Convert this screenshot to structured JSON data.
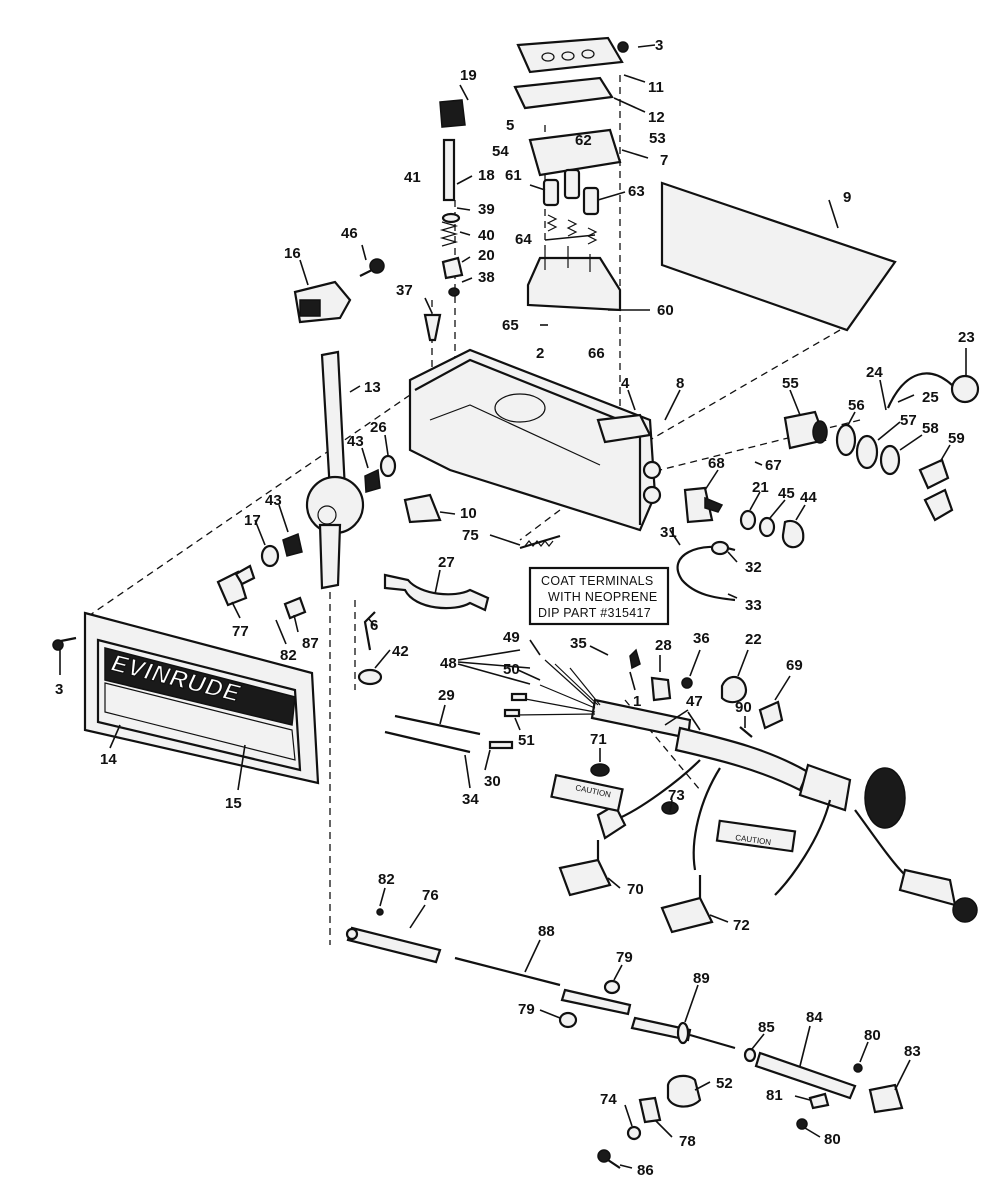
{
  "brand_text": "EVINRUDE",
  "note_lines": [
    "COAT TERMINALS",
    "WITH NEOPRENE",
    "DIP PART #315417"
  ],
  "decal_text": [
    "CAUTION",
    "CAUTION"
  ],
  "callouts": [
    "3",
    "11",
    "19",
    "12",
    "5",
    "54",
    "53",
    "62",
    "7",
    "18",
    "41",
    "61",
    "63",
    "9",
    "39",
    "40",
    "64",
    "46",
    "20",
    "16",
    "38",
    "37",
    "60",
    "65",
    "66",
    "2",
    "23",
    "13",
    "24",
    "25",
    "55",
    "4",
    "8",
    "56",
    "57",
    "58",
    "59",
    "43",
    "26",
    "67",
    "68",
    "21",
    "45",
    "44",
    "17",
    "43",
    "10",
    "75",
    "31",
    "32",
    "77",
    "87",
    "82",
    "6",
    "27",
    "33",
    "42",
    "3",
    "49",
    "35",
    "28",
    "36",
    "22",
    "48",
    "50",
    "1",
    "69",
    "47",
    "90",
    "29",
    "51",
    "71",
    "14",
    "15",
    "30",
    "34",
    "73",
    "70",
    "72",
    "82",
    "76",
    "88",
    "79",
    "89",
    "79",
    "85",
    "84",
    "80",
    "83",
    "52",
    "81",
    "74",
    "78",
    "80",
    "86"
  ]
}
